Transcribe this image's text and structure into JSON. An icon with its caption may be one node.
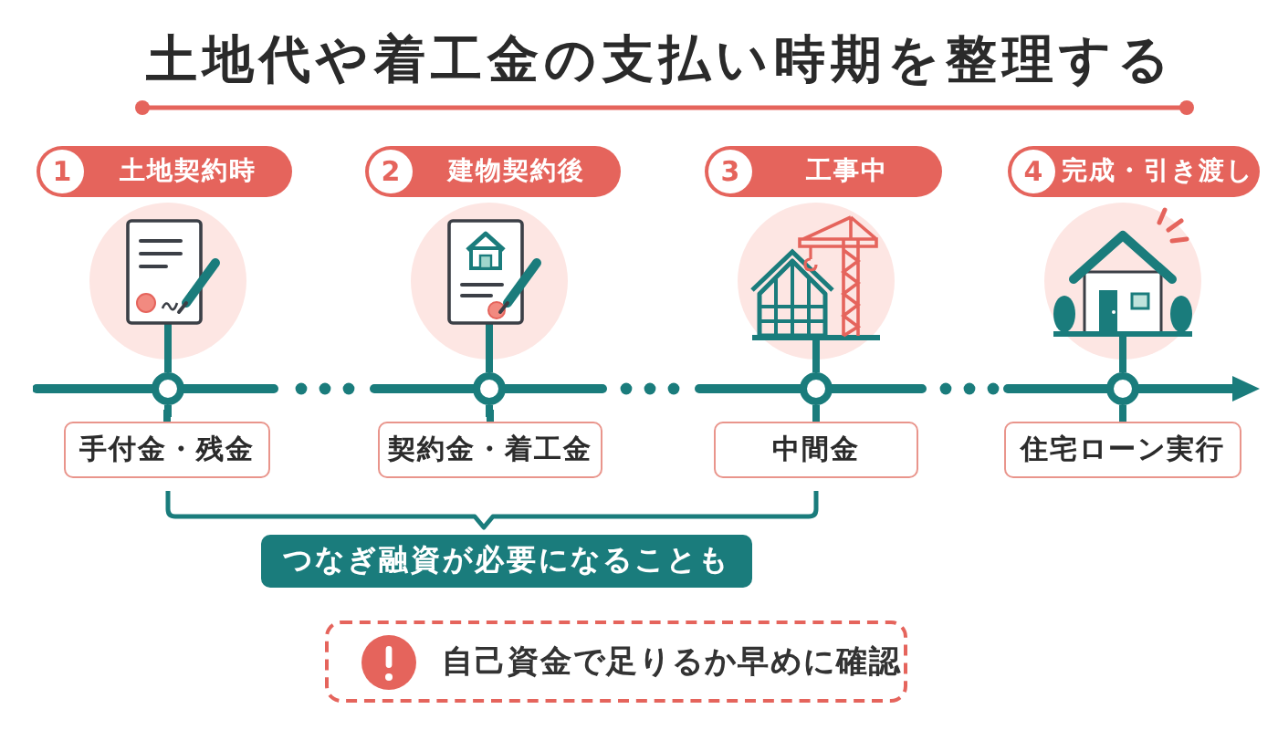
{
  "diagram": {
    "title": "土地代や着工金の支払い時期を整理する",
    "nodes": [
      {
        "text": [
          "1",
          "土地契約時"
        ]
      },
      {
        "text": [
          "2",
          "建物契約後"
        ]
      },
      {
        "text": [
          "3",
          "工事中"
        ]
      },
      {
        "text": [
          "4",
          "完成・引き渡し"
        ]
      },
      {
        "text": [],
        "shape": "picture"
      },
      {
        "text": [],
        "shape": "picture"
      },
      {
        "text": [],
        "shape": "picture"
      },
      {
        "text": [],
        "shape": "picture"
      },
      {
        "text": [],
        "shape": "circle"
      },
      {
        "text": [],
        "shape": "circle"
      },
      {
        "text": [],
        "shape": "circle"
      },
      {
        "text": [],
        "shape": "circle"
      },
      {
        "text": [
          "手付金・残金"
        ]
      },
      {
        "text": [
          "契約金・着工金"
        ]
      },
      {
        "text": [
          "中間金"
        ]
      },
      {
        "text": [
          "住宅ローン実行"
        ]
      },
      {
        "text": [
          "つなぎ融資が必要になることも"
        ]
      },
      {
        "text": [
          "自己資金で足りるか早めに確認"
        ]
      }
    ],
    "edges": [
      {
        "from": 4,
        "to": 8,
        "arrow": "none"
      },
      {
        "from": 8,
        "to": 12,
        "arrow": "none"
      },
      {
        "from": 5,
        "to": 9,
        "arrow": "none"
      },
      {
        "from": 9,
        "to": 13,
        "arrow": "none"
      },
      {
        "from": 6,
        "to": 10,
        "arrow": "none"
      },
      {
        "from": 10,
        "to": 14,
        "arrow": "none"
      },
      {
        "from": 7,
        "to": 11,
        "arrow": "none"
      },
      {
        "from": 11,
        "to": 15,
        "arrow": "none"
      }
    ]
  }
}
